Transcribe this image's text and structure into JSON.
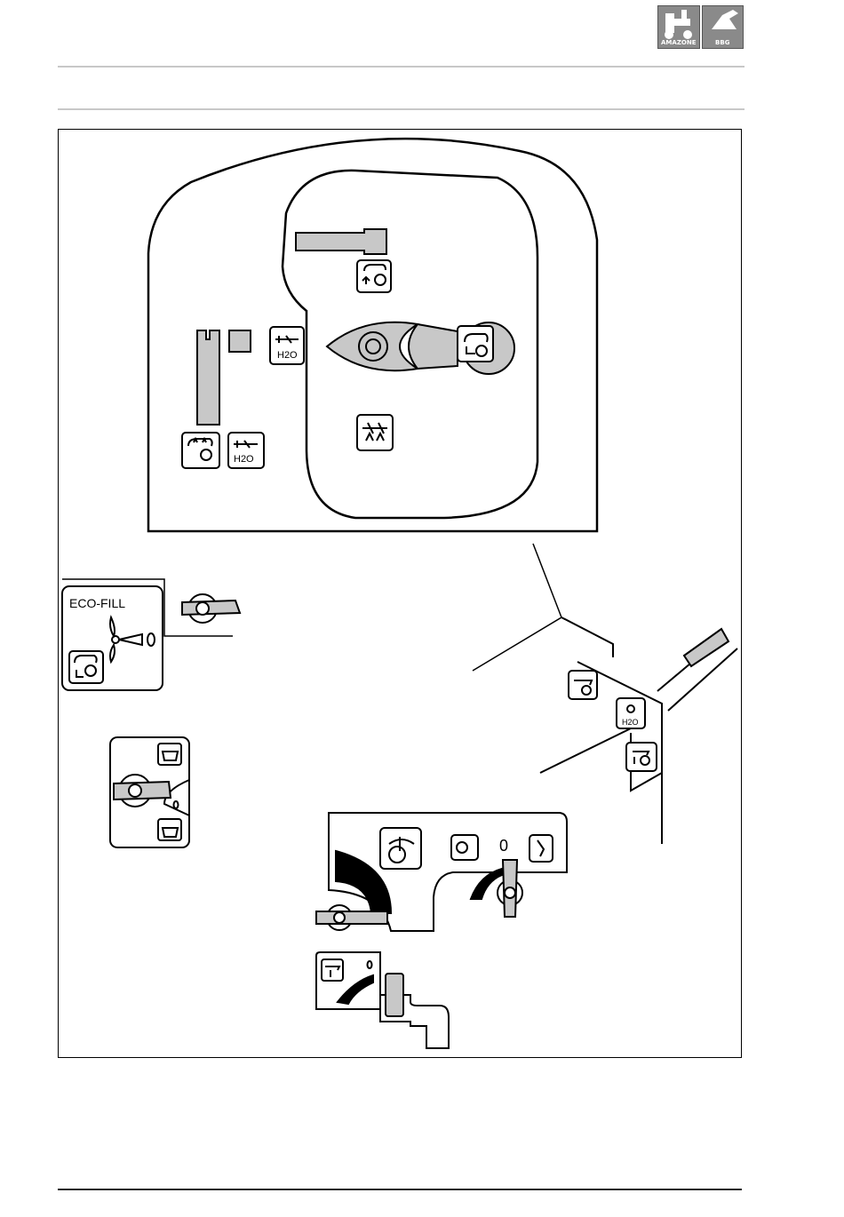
{
  "header": {
    "logos": [
      {
        "name": "amazone-logo",
        "text": "AMAZONE"
      },
      {
        "name": "bbg-logo",
        "text": "BBG"
      }
    ]
  },
  "figure": {
    "labels": {
      "eco_fill": "ECO-FILL",
      "h2o_1": "H2O",
      "h2o_2": "H2O",
      "h2o_3": "H2O",
      "zero_ecofill": "0",
      "zero_valve": "0",
      "zero_panel": "0",
      "zero_bottom": "0"
    }
  }
}
